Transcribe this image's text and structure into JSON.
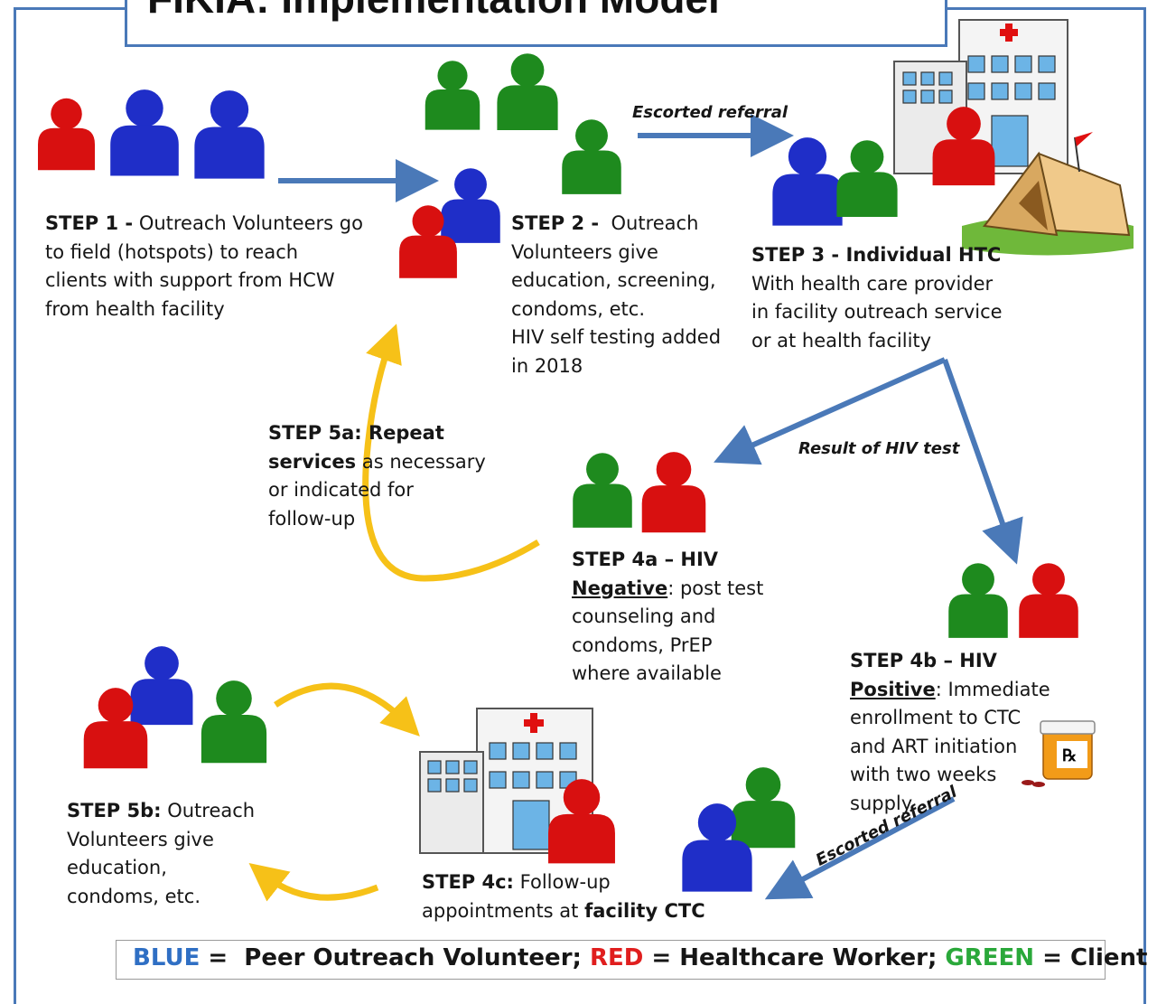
{
  "title": "FIKIA: Implementation Model",
  "colors": {
    "peer_outreach_volunteer": "#1f2ec8",
    "healthcare_worker": "#d81010",
    "client": "#1e8a1e",
    "arrow_blue": "#4a79b8",
    "arrow_yellow": "#f6c118",
    "frame": "#4a79b8"
  },
  "steps": {
    "s1": {
      "label": "STEP 1 -",
      "lines": [
        " Outreach Volunteers go",
        "to field (hotspots) to reach",
        "clients with support from HCW",
        "from health facility"
      ]
    },
    "s2": {
      "label": "STEP 2 -",
      "lines": [
        "  Outreach",
        "Volunteers give",
        "education, screening,",
        "condoms, etc.",
        "HIV self testing added",
        "in 2018"
      ]
    },
    "s3": {
      "label": "STEP 3 - Individual HTC",
      "lines": [
        "With health care provider",
        "in facility outreach service",
        "or at health facility"
      ]
    },
    "s4a": {
      "label": "STEP 4a – HIV",
      "label2": "Negative",
      "lines": [
        ": post test",
        "counseling and",
        "condoms, PrEP",
        "where available"
      ]
    },
    "s4b": {
      "label": "STEP 4b – HIV",
      "label2": "Positive",
      "lines": [
        ": Immediate",
        "enrollment to CTC",
        "and ART initiation",
        "with two weeks",
        "supply"
      ]
    },
    "s4c": {
      "label": "STEP 4c:",
      "lines": [
        " Follow-up",
        "appointments at "
      ],
      "bold_end": "facility CTC"
    },
    "s5a": {
      "label": "STEP 5a: Repeat",
      "label2": "services",
      "lines": [
        " as necessary",
        "or indicated for",
        "follow-up"
      ]
    },
    "s5b": {
      "label": "STEP 5b:",
      "lines": [
        " Outreach",
        "Volunteers give",
        "education,",
        "condoms, etc."
      ]
    }
  },
  "arrow_labels": {
    "escorted_referral_top": "Escorted referral",
    "result": "Result of HIV test",
    "escorted_referral_bottom": "Escorted referral"
  },
  "legend": {
    "blue_word": "BLUE",
    "blue_role": " =  Peer Outreach Volunteer; ",
    "red_word": "RED",
    "red_role": " = Healthcare Worker; ",
    "green_word": "GREEN",
    "green_role": " = Client"
  },
  "icons": {
    "person": "person-icon",
    "hospital": "hospital-icon",
    "tent": "tent-icon",
    "pill_bottle": "pill-bottle-icon"
  }
}
